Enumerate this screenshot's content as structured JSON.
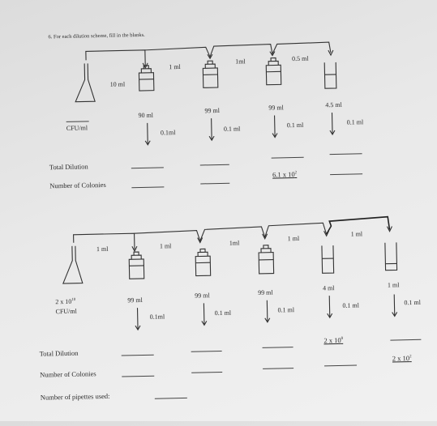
{
  "question": "6.  For each dilution scheme, fill in the blanks.",
  "scheme1": {
    "transfers": [
      "10 ml",
      "1 ml",
      "1ml",
      "0.5 ml"
    ],
    "diluents": [
      "90 ml",
      "99 ml",
      "99 ml",
      "4.5 ml"
    ],
    "platings": [
      "0.1ml",
      "0.1 ml",
      "0.1 ml",
      "0.1 ml"
    ],
    "stock_label": "CFU/ml",
    "total_dilution_label": "Total Dilution",
    "colonies_label": "Number of Colonies",
    "colonies_answer_base": "6.1 x 10",
    "colonies_answer_exp": "2"
  },
  "scheme2": {
    "transfers": [
      "1 ml",
      "1 ml",
      "1ml",
      "1 ml",
      "1 ml"
    ],
    "diluents": [
      "99 ml",
      "99 ml",
      "99 ml",
      "4 ml",
      "1 ml"
    ],
    "platings": [
      "0.1ml",
      "0.1 ml",
      "0.1 ml",
      "0.1 ml",
      "0.1 ml"
    ],
    "stock_base": "2 x 10",
    "stock_exp": "10",
    "stock_unit": "CFU/ml",
    "total_dilution_label": "Total Dilution",
    "total_dilution_answer_base": "2 x 10",
    "total_dilution_answer_exp": "8",
    "colonies_label": "Number of Colonies",
    "colonies_answer_base": "2 x 10",
    "colonies_answer_exp": "2",
    "pipettes_label": "Number of pipettes used:"
  }
}
